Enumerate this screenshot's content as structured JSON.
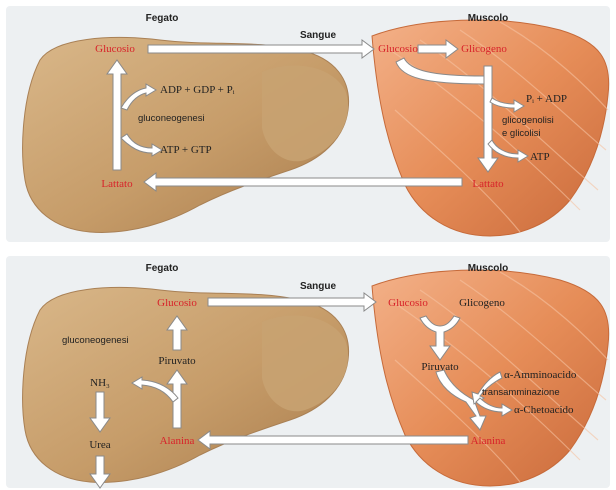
{
  "colors": {
    "panel_bg": "#edf0f2",
    "liver": "#c6a070",
    "muscle": "#e8935c",
    "highlight_red": "#d8232a",
    "arrow_fill": "#ffffff",
    "arrow_stroke": "#8a8a8a"
  },
  "top_panel": {
    "organ_left": "Fegato",
    "organ_center": "Sangue",
    "organ_right": "Muscolo",
    "liver_glucose": "Glucosio",
    "liver_lactate": "Lattato",
    "adp_text": "ADP + GDP + Pᵢ",
    "gluconeogenesis": "gluconeogenesi",
    "atp_gtp": "ATP + GTP",
    "muscle_glucose": "Glucosio",
    "glycogen": "Glicogeno",
    "pi_adp": "Pᵢ + ADP",
    "glycogenolysis_line1": "glicogenolisi",
    "glycogenolysis_line2": "e glicolisi",
    "atp": "ATP",
    "muscle_lactate": "Lattato"
  },
  "bottom_panel": {
    "organ_left": "Fegato",
    "organ_center": "Sangue",
    "organ_right": "Muscolo",
    "liver_glucose": "Glucosio",
    "gluconeogenesis": "gluconeogenesi",
    "pyruvate_liver": "Piruvato",
    "nh3": "NH₃",
    "urea": "Urea",
    "alanine_liver": "Alanina",
    "muscle_glucose": "Glucosio",
    "glycogen": "Glicogeno",
    "pyruvate_muscle": "Piruvato",
    "amino_acid": "α-Amminoacido",
    "transamination": "transamminazione",
    "keto_acid": "α-Chetoacido",
    "alanine_muscle": "Alanina"
  }
}
